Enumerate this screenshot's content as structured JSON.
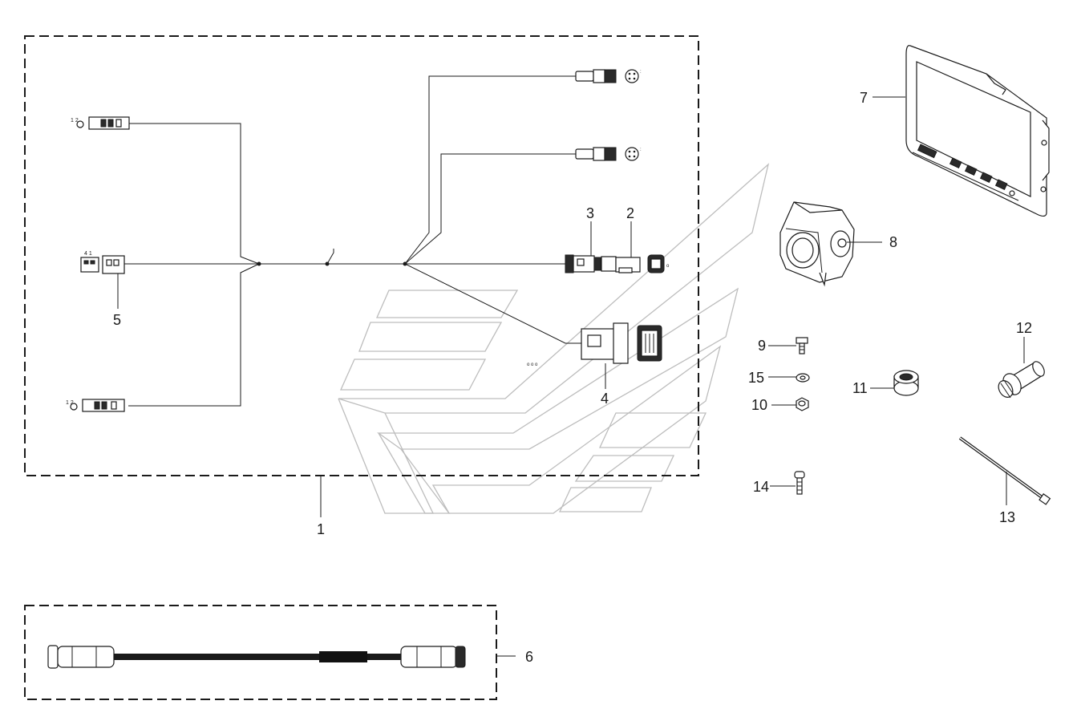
{
  "diagram": {
    "callouts": {
      "c1": "1",
      "c2": "2",
      "c3": "3",
      "c4": "4",
      "c5": "5",
      "c6": "6",
      "c7": "7",
      "c8": "8",
      "c9": "9",
      "c10": "10",
      "c11": "11",
      "c12": "12",
      "c13": "13",
      "c14": "14",
      "c15": "15"
    },
    "connector_marks": {
      "top_left": "1 2",
      "middle_left": "4 1",
      "bottom_left": "1 2"
    }
  }
}
